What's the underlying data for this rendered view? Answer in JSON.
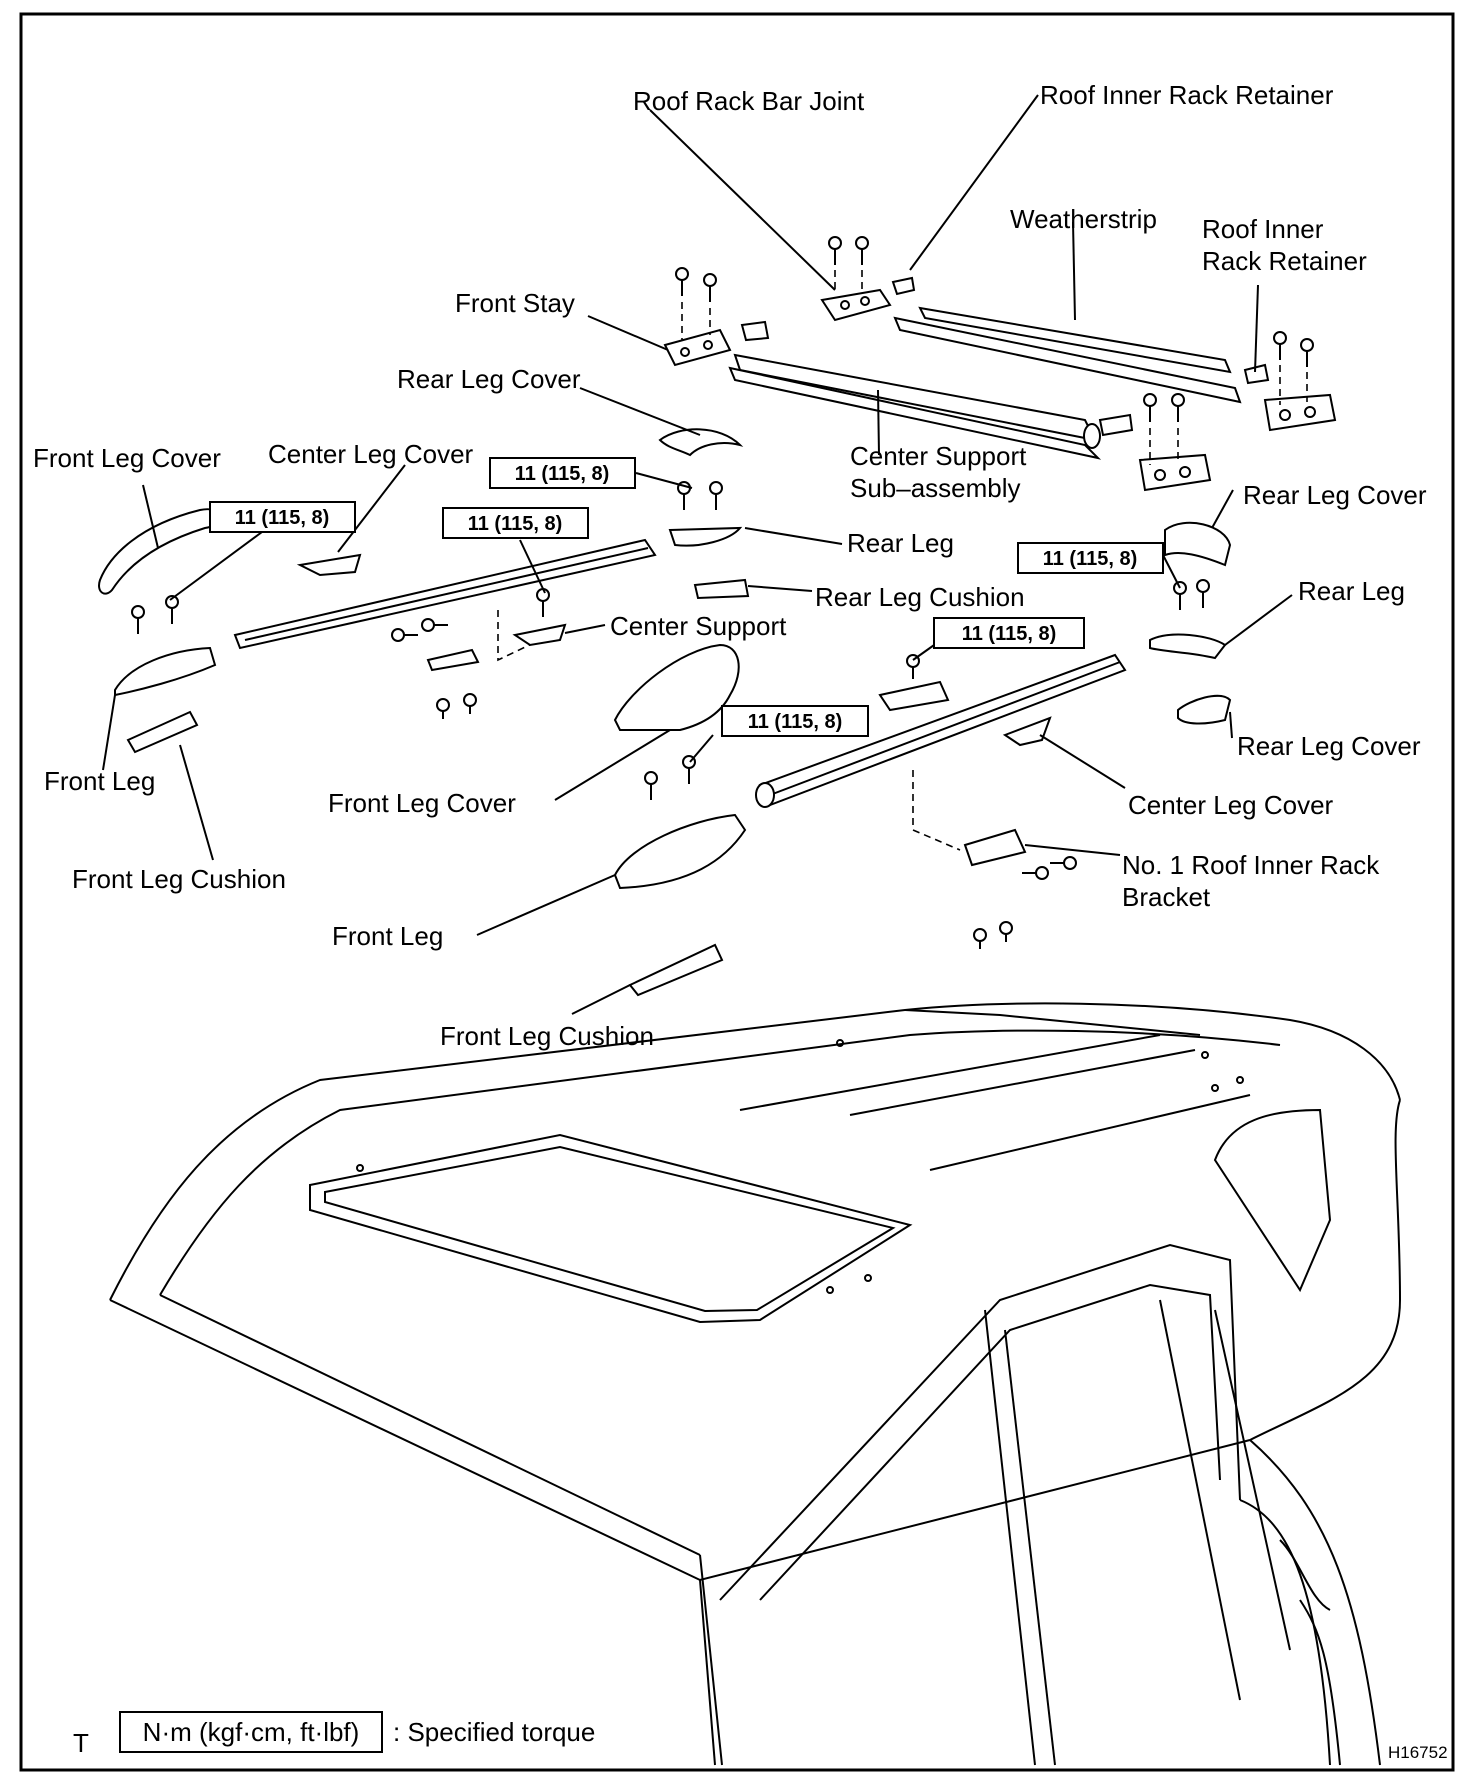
{
  "labels": {
    "roof_rack_bar_joint": "Roof Rack Bar Joint",
    "roof_inner_rack_retainer_top": "Roof Inner Rack Retainer",
    "weatherstrip": "Weatherstrip",
    "roof_inner_rack_retainer_right_1": "Roof Inner",
    "roof_inner_rack_retainer_right_2": "Rack Retainer",
    "front_stay": "Front Stay",
    "rear_leg_cover_1": "Rear Leg Cover",
    "front_leg_cover_1": "Front Leg Cover",
    "center_leg_cover_1": "Center Leg Cover",
    "center_support_sub_assembly_1": "Center Support",
    "center_support_sub_assembly_2": "Sub–assembly",
    "rear_leg_cover_2": "Rear Leg Cover",
    "rear_leg_1": "Rear Leg",
    "rear_leg_cushion": "Rear Leg Cushion",
    "rear_leg_2": "Rear Leg",
    "center_support": "Center Support",
    "rear_leg_cover_3": "Rear Leg Cover",
    "front_leg_1": "Front Leg",
    "front_leg_cover_2": "Front Leg Cover",
    "center_leg_cover_2": "Center Leg Cover",
    "front_leg_cushion_1": "Front Leg Cushion",
    "no1_bracket_1": "No. 1 Roof Inner Rack",
    "no1_bracket_2": "Bracket",
    "front_leg_2": "Front Leg",
    "front_leg_cushion_2": "Front Leg Cushion"
  },
  "torques": {
    "t1": "11 (115, 8)",
    "t2": "11 (115, 8)",
    "t3": "11 (115, 8)",
    "t4": "11 (115, 8)",
    "t5": "11 (115, 8)",
    "t6": "11 (115, 8)"
  },
  "legend": {
    "unit_box": "N·m (kgf·cm, ft·lbf)",
    "description": ": Specified torque"
  },
  "footer": {
    "corner_letter": "T",
    "figure_code": "H16752"
  }
}
